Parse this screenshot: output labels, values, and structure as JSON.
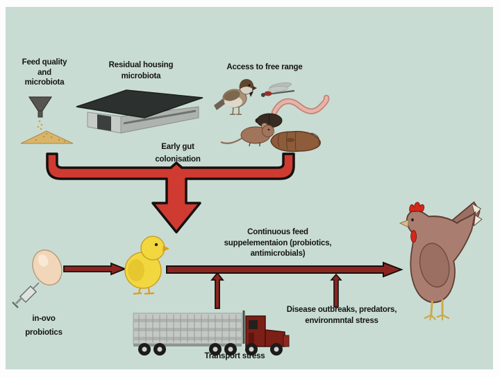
{
  "figure": {
    "title_hint": "Factors shaping poultry gut microbiota from early colonisation to adult hen",
    "panel_bg": "#c9dcd3",
    "outer_bg": "#fdfdfd"
  },
  "colors": {
    "bracket_red": "#cf3a31",
    "arrow_dark_red": "#8c2420",
    "outline_black": "#15100f",
    "text": "#141414"
  },
  "labels": {
    "feed": [
      "Feed quality",
      "and",
      "microbiota"
    ],
    "housing": [
      "Residual housing",
      "microbiota"
    ],
    "free_range": [
      "Access to free range"
    ],
    "early_gut": [
      "Early gut",
      "colonisation"
    ],
    "continuous_feed": [
      "Continuous feed",
      "suppelementaion (probiotics,",
      "antimicrobials)"
    ],
    "in_ovo": [
      "in-ovo",
      "probiotics"
    ],
    "transport": [
      "Transport stress"
    ],
    "disease": [
      "Disease outbreaks, predators,",
      "environmntal stress"
    ]
  },
  "icons": {
    "funnel": "funnel-grain-icon",
    "barn": "poultry-house-icon",
    "sparrow": "sparrow-icon",
    "dragonfly": "dragonfly-icon",
    "worm": "earthworm-icon",
    "beetle": "beetle-icon",
    "mouse": "mouse-icon",
    "hand": "feeding-hand-icon",
    "egg": "egg-syringe-icon",
    "chick": "chick-icon",
    "truck": "livestock-truck-icon",
    "hen": "hen-icon",
    "bracket": "converging-bracket-arrow",
    "arrows": [
      "egg-to-chick-arrow",
      "chick-to-hen-arrow",
      "transport-up-arrow",
      "disease-up-arrow"
    ]
  }
}
